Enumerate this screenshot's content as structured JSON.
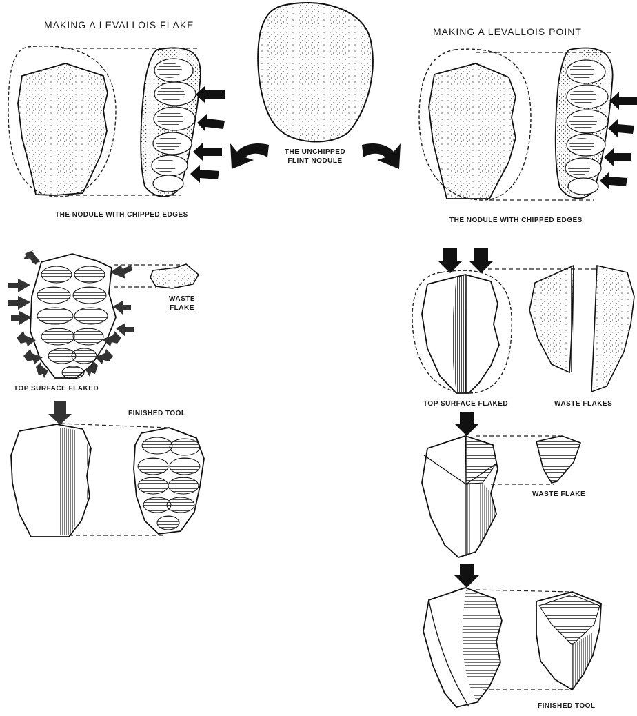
{
  "left_title": "MAKING A LEVALLOIS FLAKE",
  "right_title": "MAKING A LEVALLOIS POINT",
  "center_label_line1": "THE UNCHIPPED",
  "center_label_line2": "FLINT NODULE",
  "left_nodule_caption": "THE NODULE WITH CHIPPED EDGES",
  "right_nodule_caption": "THE NODULE WITH CHIPPED EDGES",
  "left_waste_line1": "WASTE",
  "left_waste_line2": "FLAKE",
  "left_top_surface": "TOP SURFACE FLAKED",
  "left_finished": "FINISHED TOOL",
  "right_top_surface": "TOP SURFACE FLAKED",
  "right_waste_flakes": "WASTE FLAKES",
  "right_waste_flake": "WASTE FLAKE",
  "right_finished": "FINISHED TOOL"
}
